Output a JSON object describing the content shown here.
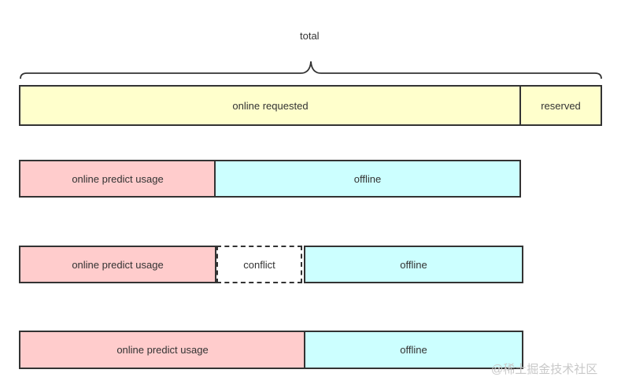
{
  "total_label": "total",
  "row1": {
    "online_requested": "online requested",
    "reserved": "reserved"
  },
  "row2": {
    "online_predict_usage": "online predict usage",
    "offline": "offline"
  },
  "row3": {
    "online_predict_usage": "online predict usage",
    "conflict": "conflict",
    "offline": "offline"
  },
  "row4": {
    "online_predict_usage": "online predict usage",
    "offline": "offline"
  },
  "watermark": "@稀土掘金技术社区",
  "colors": {
    "requested": "#ffffcc",
    "usage": "#ffcccc",
    "offline": "#ccffff",
    "border": "#333333"
  }
}
